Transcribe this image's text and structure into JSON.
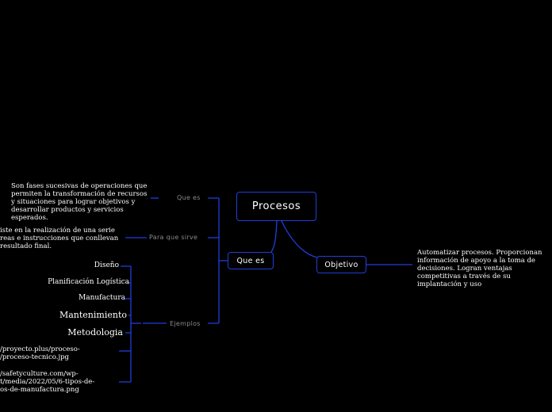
{
  "root": {
    "label": "Procesos"
  },
  "main_topic": {
    "label": "Que es"
  },
  "objective": {
    "label": "Objetivo",
    "text": "Automatizar procesos. Proporcionan información de apoyo a la toma de decisiones. Logran ventajas competitivas a través de su implantación y uso"
  },
  "branches": {
    "que_es": {
      "label": "Que es",
      "text": "Son fases sucesivas de operaciones que permiten la transformación de recursos y situaciones para lograr objetivos y desarrollar productos y servicios esperados."
    },
    "para_que_sirve": {
      "label": "Para que sirve",
      "text_lines": [
        "iste en la realización de una serie",
        "reas e instrucciones que conllevan",
        "resultado final."
      ]
    },
    "ejemplos": {
      "label": "Ejemplos",
      "items": [
        "Diseño",
        "Planificación Logística",
        "Manufactura",
        "Mantenimiento",
        "Metodologia"
      ],
      "links": [
        {
          "lines": [
            "/proyecto.plus/proceso-",
            "/proceso-tecnico.jpg"
          ]
        },
        {
          "lines": [
            "/safetyculture.com/wp-",
            "t/media/2022/05/6-tipos-de-",
            "os-de-manufactura.png"
          ]
        }
      ]
    }
  },
  "colors": {
    "accent": "#1f3fd9",
    "background": "#000000",
    "muted_label": "#8a8a8a"
  }
}
